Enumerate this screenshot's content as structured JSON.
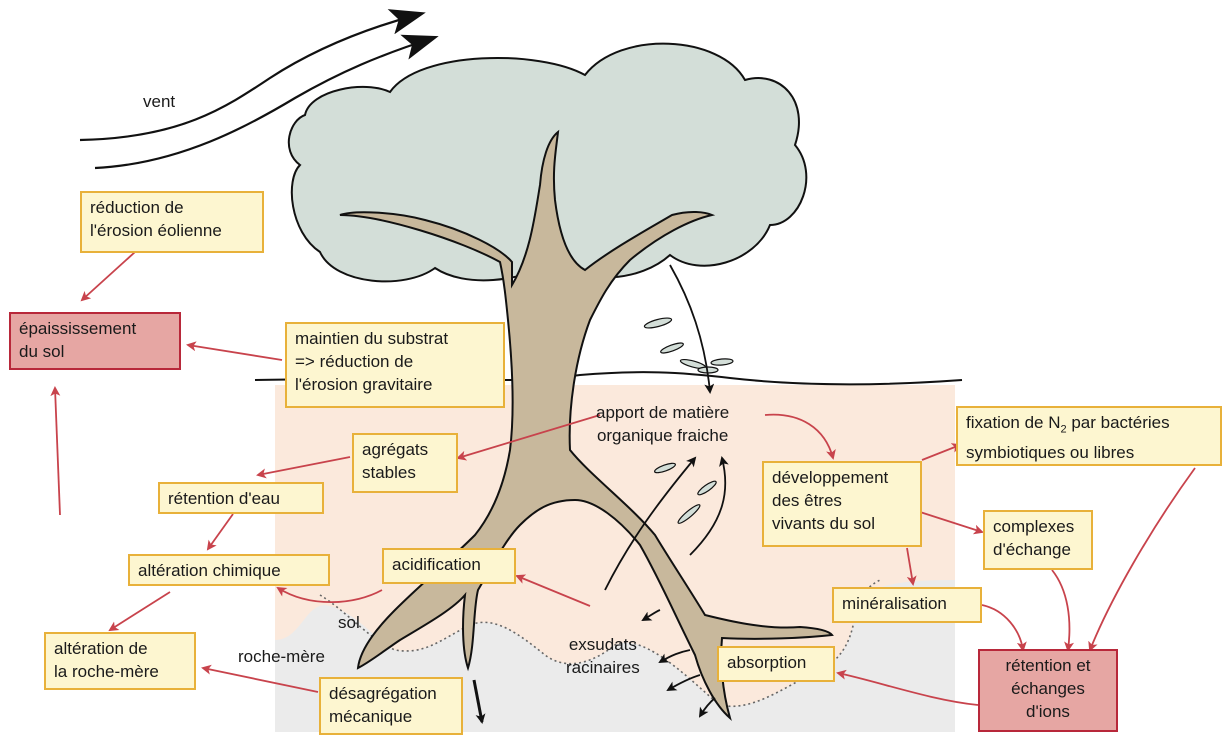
{
  "labels": {
    "wind": "vent",
    "soil": "sol",
    "bedrock": "roche-mère",
    "organic_matter": [
      "apport de matière",
      "organique fraiche"
    ],
    "exudates": [
      "exsudats",
      "racinaires"
    ]
  },
  "boxes": {
    "wind_erosion": [
      "réduction de",
      "l'érosion éolienne"
    ],
    "soil_thickening": [
      "épaississement",
      "du sol"
    ],
    "substrate": [
      "maintien du substrat",
      "=> réduction de",
      "l'érosion gravitaire"
    ],
    "aggregates": [
      "agrégats",
      "stables"
    ],
    "water_retention": "rétention d'eau",
    "chemical_alteration": "altération chimique",
    "bedrock_alteration": [
      "altération de",
      "la roche-mère"
    ],
    "acidification": "acidification",
    "disaggregation": [
      "désagrégation",
      "mécanique"
    ],
    "living_beings": [
      "développement",
      "des êtres",
      "vivants du sol"
    ],
    "nitrogen_fixation": {
      "before": "fixation de N",
      "sub": "2",
      "after": " par bactéries",
      "line2": "symbiotiques ou libres"
    },
    "exchange_complexes": [
      "complexes",
      "d'échange"
    ],
    "mineralisation": "minéralisation",
    "absorption": "absorption",
    "ion_retention": [
      "rétention et",
      "échanges",
      "d'ions"
    ]
  },
  "colors": {
    "box_fill": "#fdf6d0",
    "box_border": "#e8b13a",
    "key_box_fill": "#e6a6a3",
    "key_box_border": "#b8283a",
    "arrow": "#c8434c",
    "canopy": "#d3ded8",
    "trunk": "#c8b89c",
    "soil": "#fbe9dc",
    "bedrock": "#ebebeb"
  }
}
